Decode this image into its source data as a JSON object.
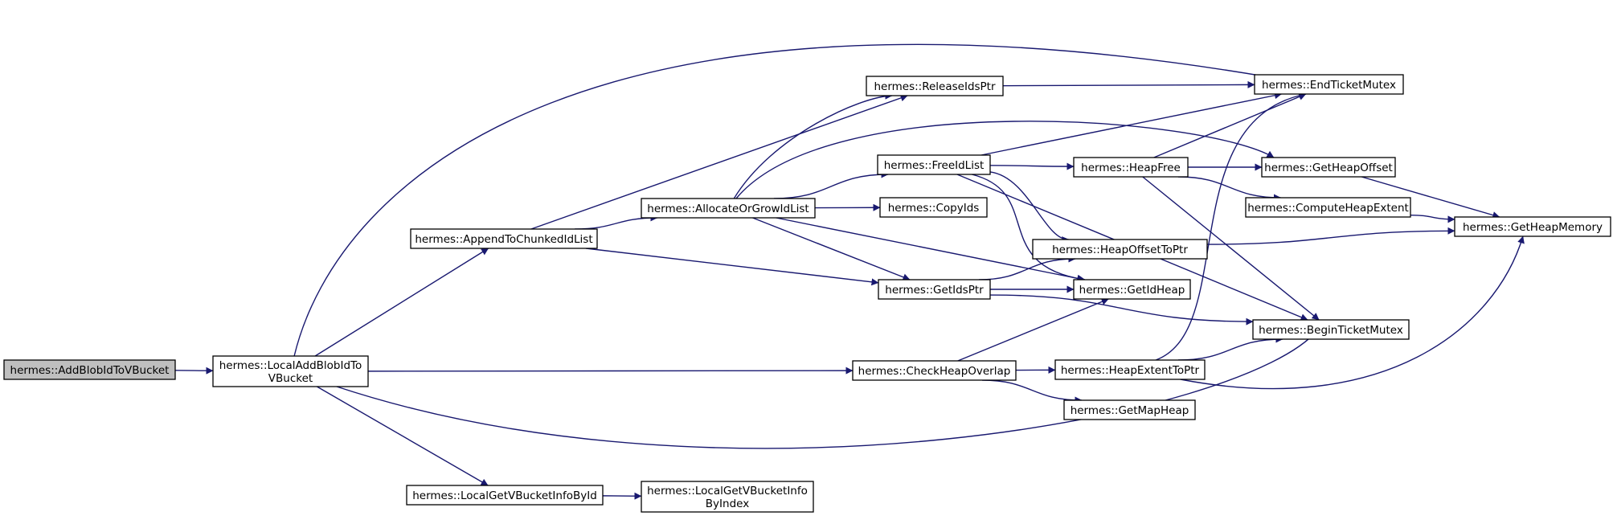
{
  "colors": {
    "edge": "#191970",
    "node_fill": "#ffffff",
    "root_fill": "#bfbfbf",
    "border": "#000000"
  },
  "nodes": {
    "add_blob": {
      "lines": [
        "hermes::AddBlobIdToVBucket"
      ],
      "root": true
    },
    "local_add": {
      "lines": [
        "hermes::LocalAddBlobIdTo",
        "VBucket"
      ]
    },
    "append": {
      "lines": [
        "hermes::AppendToChunkedIdList"
      ]
    },
    "local_get": {
      "lines": [
        "hermes::LocalGetVBucketInfoById"
      ]
    },
    "local_get_idx": {
      "lines": [
        "hermes::LocalGetVBucketInfo",
        "ByIndex"
      ]
    },
    "allocate": {
      "lines": [
        "hermes::AllocateOrGrowIdList"
      ]
    },
    "release": {
      "lines": [
        "hermes::ReleaseIdsPtr"
      ]
    },
    "free_id": {
      "lines": [
        "hermes::FreeIdList"
      ]
    },
    "copy_ids": {
      "lines": [
        "hermes::CopyIds"
      ]
    },
    "get_ids": {
      "lines": [
        "hermes::GetIdsPtr"
      ]
    },
    "check_overlap": {
      "lines": [
        "hermes::CheckHeapOverlap"
      ]
    },
    "heap_free": {
      "lines": [
        "hermes::HeapFree"
      ]
    },
    "heap_offset_ptr": {
      "lines": [
        "hermes::HeapOffsetToPtr"
      ]
    },
    "get_id_heap": {
      "lines": [
        "hermes::GetIdHeap"
      ]
    },
    "heap_extent_ptr": {
      "lines": [
        "hermes::HeapExtentToPtr"
      ]
    },
    "get_map_heap": {
      "lines": [
        "hermes::GetMapHeap"
      ]
    },
    "end_ticket": {
      "lines": [
        "hermes::EndTicketMutex"
      ]
    },
    "get_heap_offset": {
      "lines": [
        "hermes::GetHeapOffset"
      ]
    },
    "compute_extent": {
      "lines": [
        "hermes::ComputeHeapExtent"
      ]
    },
    "begin_ticket": {
      "lines": [
        "hermes::BeginTicketMutex"
      ]
    },
    "get_heap_memory": {
      "lines": [
        "hermes::GetHeapMemory"
      ]
    }
  },
  "edges": [
    [
      "add_blob",
      "local_add"
    ],
    [
      "local_add",
      "end_ticket"
    ],
    [
      "local_add",
      "append"
    ],
    [
      "local_add",
      "check_overlap"
    ],
    [
      "local_add",
      "begin_ticket"
    ],
    [
      "local_add",
      "local_get"
    ],
    [
      "append",
      "release"
    ],
    [
      "append",
      "allocate"
    ],
    [
      "append",
      "get_ids"
    ],
    [
      "local_get",
      "local_get_idx"
    ],
    [
      "allocate",
      "release"
    ],
    [
      "allocate",
      "get_heap_offset"
    ],
    [
      "allocate",
      "free_id"
    ],
    [
      "allocate",
      "copy_ids"
    ],
    [
      "allocate",
      "get_ids"
    ],
    [
      "allocate",
      "get_id_heap"
    ],
    [
      "release",
      "end_ticket"
    ],
    [
      "free_id",
      "end_ticket"
    ],
    [
      "free_id",
      "heap_free"
    ],
    [
      "free_id",
      "heap_offset_ptr"
    ],
    [
      "free_id",
      "get_id_heap"
    ],
    [
      "free_id",
      "begin_ticket"
    ],
    [
      "get_ids",
      "heap_offset_ptr"
    ],
    [
      "get_ids",
      "get_id_heap"
    ],
    [
      "get_ids",
      "begin_ticket"
    ],
    [
      "check_overlap",
      "get_id_heap"
    ],
    [
      "check_overlap",
      "heap_extent_ptr"
    ],
    [
      "check_overlap",
      "get_map_heap"
    ],
    [
      "heap_free",
      "end_ticket"
    ],
    [
      "heap_free",
      "get_heap_offset"
    ],
    [
      "heap_free",
      "compute_extent"
    ],
    [
      "heap_free",
      "begin_ticket"
    ],
    [
      "heap_offset_ptr",
      "get_heap_memory"
    ],
    [
      "heap_extent_ptr",
      "end_ticket"
    ],
    [
      "heap_extent_ptr",
      "begin_ticket"
    ],
    [
      "heap_extent_ptr",
      "get_heap_memory"
    ],
    [
      "get_heap_offset",
      "get_heap_memory"
    ],
    [
      "compute_extent",
      "get_heap_memory"
    ]
  ]
}
